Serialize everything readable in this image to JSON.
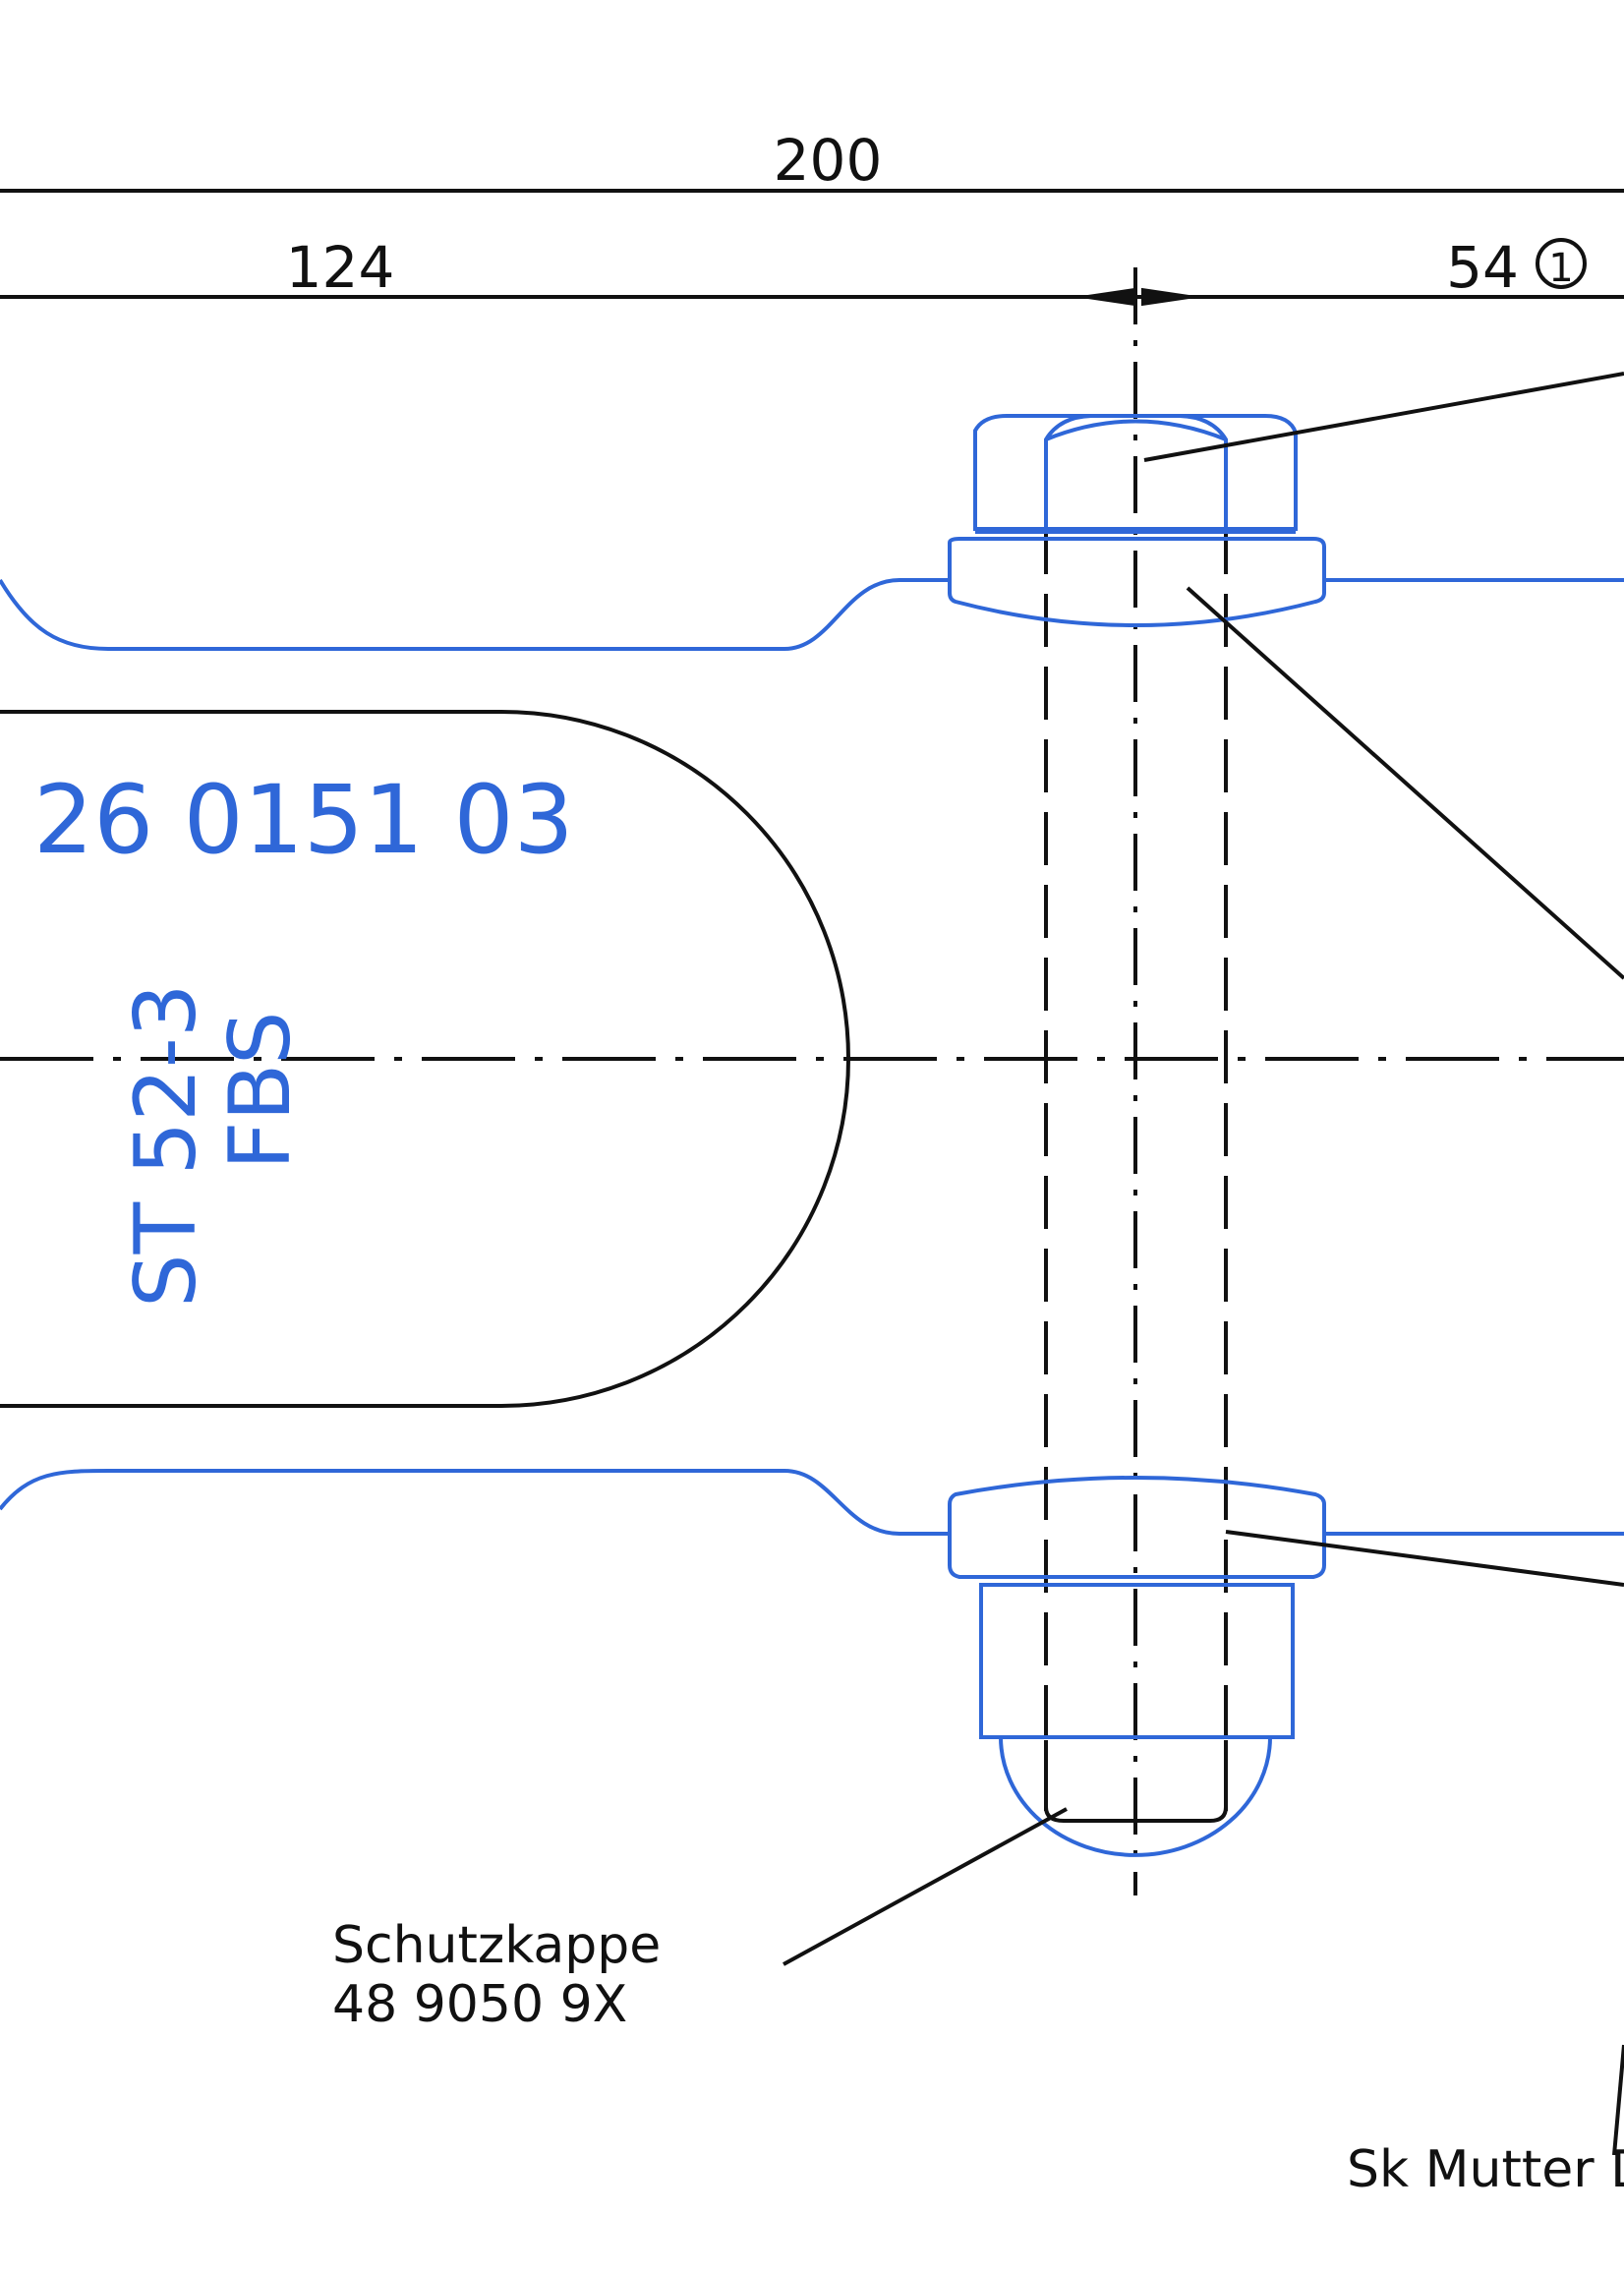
{
  "dimensions": {
    "overall": "200",
    "left": "124",
    "right": "54",
    "right_marker": "1"
  },
  "part": {
    "number": "26 0151 03",
    "material_line1": "ST 52-3",
    "material_line2": "FBS"
  },
  "callouts": {
    "cap_title": "Schutzkappe",
    "cap_number": "48 9050 9X",
    "nut_label": "Sk Mutter D"
  },
  "colors": {
    "part_outline": "#2f67d8",
    "line": "#111111",
    "background": "#ffffff"
  }
}
